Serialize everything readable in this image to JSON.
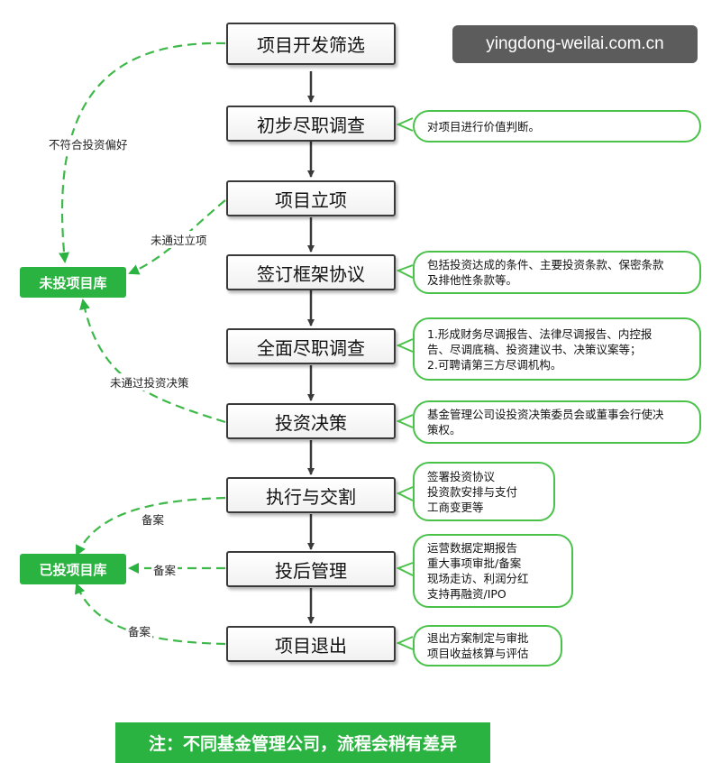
{
  "watermark": "yingdong-weilai.com.cn",
  "steps": [
    "项目开发筛选",
    "初步尽职调查",
    "项目立项",
    "签订框架协议",
    "全面尽职调查",
    "投资决策",
    "执行与交割",
    "投后管理",
    "项目退出"
  ],
  "notes": {
    "prelim_dd": [
      "对项目进行价值判断。"
    ],
    "framework": [
      "包括投资达成的条件、主要投资条款、保密条款",
      "及排他性条款等。"
    ],
    "full_dd": [
      "1.形成财务尽调报告、法律尽调报告、内控报",
      "告、尽调底稿、投资建议书、决策议案等；",
      "2.可聘请第三方尽调机构。"
    ],
    "decision": [
      "基金管理公司设投资决策委员会或董事会行使决",
      "策权。"
    ],
    "execution": [
      "签署投资协议",
      "投资款安排与支付",
      "工商变更等"
    ],
    "post": [
      "运营数据定期报告",
      "重大事项审批/备案",
      "现场走访、利润分红",
      "支持再融资/IPO"
    ],
    "exit": [
      "退出方案制定与审批",
      "项目收益核算与评估"
    ]
  },
  "libraries": {
    "not_invested": "未投项目库",
    "invested": "已投项目库"
  },
  "edge_labels": {
    "not_fit": "不符合投资偏好",
    "not_approved": "未通过立项",
    "not_decided": "未通过投资决策",
    "filing_1": "备案",
    "filing_2": "备案",
    "filing_3": "备案"
  },
  "footer": "注：不同基金管理公司，流程会稍有差异",
  "colors": {
    "accent_green": "#2ab340",
    "note_border": "#4ac24a",
    "box_border": "#3a3a3a"
  }
}
